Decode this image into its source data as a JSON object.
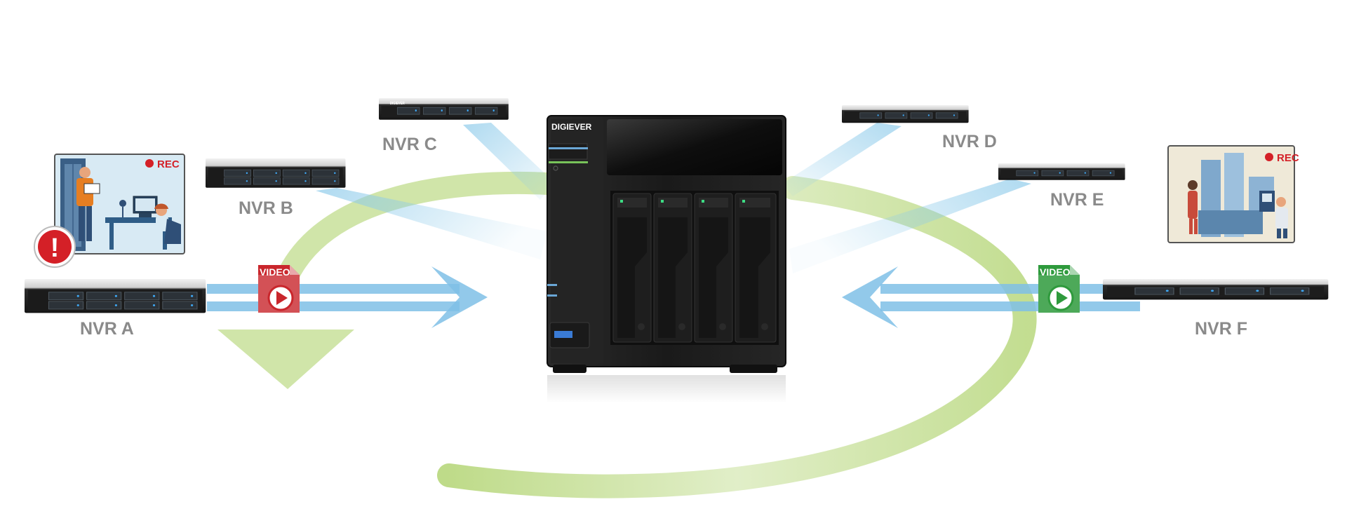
{
  "nvr_labels": {
    "a": "NVR A",
    "b": "NVR B",
    "c": "NVR C",
    "d": "NVR D",
    "e": "NVR E",
    "f": "NVR F"
  },
  "nas_brand": "DIGIEVER",
  "rack_brand": "DIGIEVER",
  "rec_label": "REC",
  "video_label": "VIDEO",
  "alert_symbol": "!",
  "colors": {
    "accent_blue": "#7fc0e6",
    "accent_green": "#a9cf62",
    "rec_red": "#d42027",
    "label_gray": "#8a8a8a",
    "video_red": "#c9262c",
    "video_green": "#2e9a3c"
  },
  "icons": {
    "alert": "exclamation-alert-icon",
    "rec": "rec-dot-icon",
    "video_a": "video-file-icon",
    "video_f": "video-file-icon",
    "cycle": "cycle-arrow-icon"
  }
}
